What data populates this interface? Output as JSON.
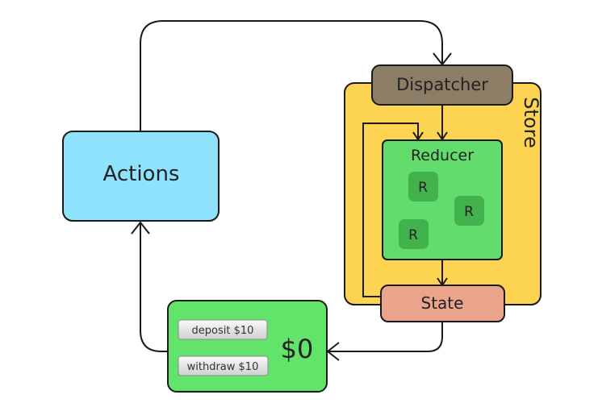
{
  "diagram": {
    "actions_label": "Actions",
    "dispatcher_label": "Dispatcher",
    "store_label": "Store",
    "reducer_label": "Reducer",
    "reducer_items": [
      "R",
      "R",
      "R"
    ],
    "state_label": "State",
    "view": {
      "balance": "$0",
      "deposit_label": "deposit $10",
      "withdraw_label": "withdraw $10"
    }
  },
  "colors": {
    "actions_fill": "#8ee2fb",
    "dispatcher_fill": "#8c7d67",
    "store_fill": "#fcd452",
    "reducer_fill": "#62dc6c",
    "reducer_item_fill": "#42b24c",
    "state_fill": "#eba48c",
    "view_fill": "#62e36a",
    "outline": "#1a1a1a"
  }
}
